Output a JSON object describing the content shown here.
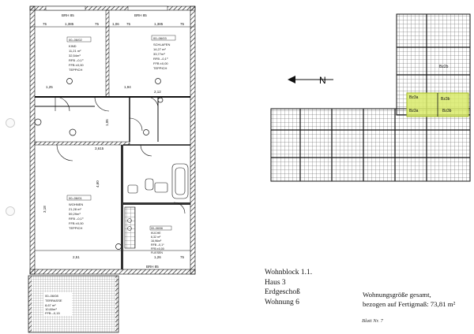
{
  "plan": {
    "rooms": [
      {
        "id": "kind",
        "code": "00–06/02",
        "name": "KIND",
        "area": "11,21 m²",
        "volume": "32,54m³",
        "rfb": "RFB –0,1⁰",
        "ffb": "FFB ±0,00",
        "floor": "TEPPICH"
      },
      {
        "id": "schlafen",
        "code": "00–06/03",
        "name": "SCHLAFEN",
        "area": "14,27 m²",
        "volume": "33,77m³",
        "rfb": "RFB –0,1⁰",
        "ffb": "FFB ±0,00",
        "floor": "TEPPICH"
      },
      {
        "id": "wohnen",
        "code": "00–06/01",
        "name": "WOHNEN",
        "area": "21,28 m²",
        "volume": "59,29m³",
        "rfb": "RFB –0,1⁰",
        "ffb": "FFB ±0,00",
        "floor": "TEPPICH"
      },
      {
        "id": "kueche",
        "code": "00–06/06",
        "name": "KÜCHE",
        "area": "6,32 m²",
        "volume": "16,96m³",
        "rfb": "RFB –0,1⁰",
        "ffb": "FFB ±0,00",
        "floor": "FLIESEN"
      },
      {
        "id": "terrasse",
        "code": "00–06/08",
        "name": "TERRASSE",
        "area": "8,67 m²",
        "volume": "10,60m³",
        "rfb": "",
        "ffb": "FFB –0,15",
        "floor": ""
      }
    ],
    "dimensions": {
      "top": [
        "75",
        "1,385",
        "75",
        "1,06",
        "75",
        "1,385",
        "75"
      ],
      "parapet_top_left": "BRH 85",
      "parapet_top_right": "BRH 85",
      "parapet_bottom": "BRH 85",
      "mid": [
        "1,25",
        "3,615",
        "1,94",
        "2,12"
      ],
      "lower": [
        "2,51",
        "1,26",
        "75"
      ],
      "vertical": [
        "4,60",
        "3,18",
        "1,05"
      ]
    }
  },
  "direction": {
    "letter": "N"
  },
  "site": {
    "labels": [
      "Bz2b",
      "Bz3a",
      "Bz3b",
      "Bz3a",
      "Bz3b"
    ]
  },
  "info": {
    "lines": [
      "Wohnblock 1.1.",
      "Haus 3",
      "Erdgeschoß",
      "Wohnung 6"
    ],
    "size_line1": "Wohnungsgröße gesamt,",
    "size_line2": "bezogen auf Fertigmaß:  73,81 m²",
    "sheet": "Blatt Nr. 7"
  },
  "colors": {
    "highlight": "#d8ea6a",
    "highlight_stroke": "#9fb520"
  }
}
